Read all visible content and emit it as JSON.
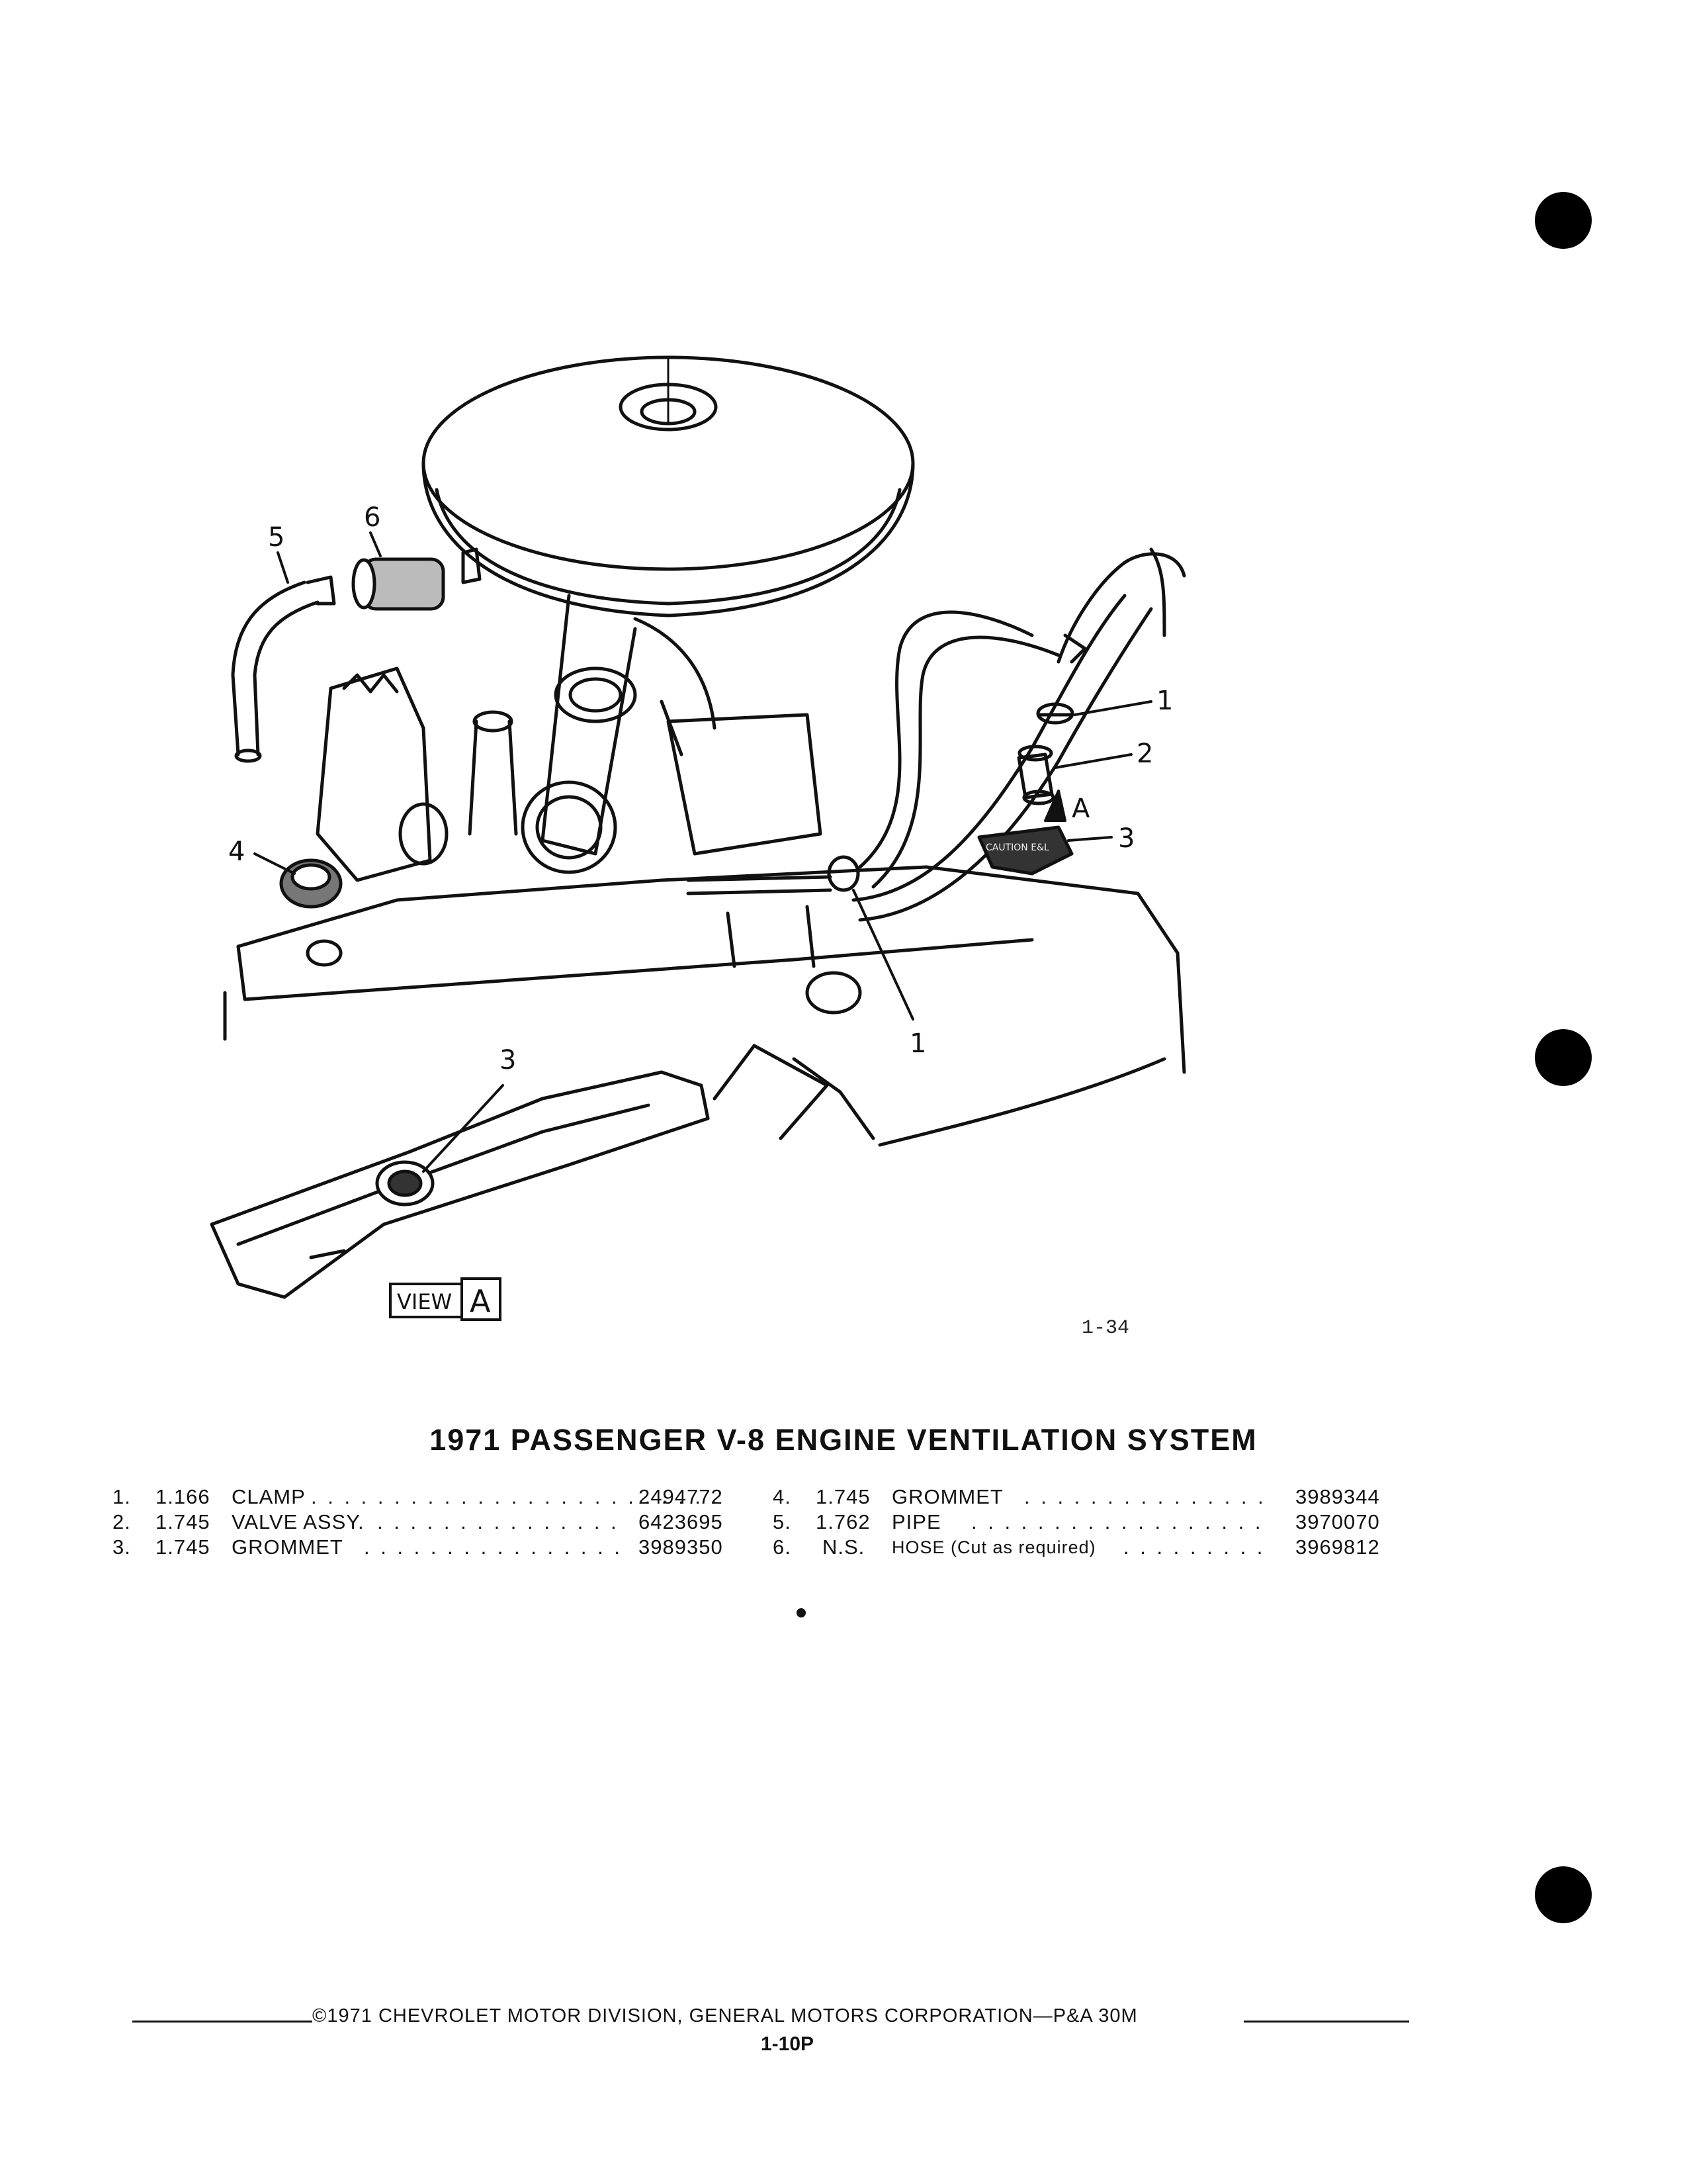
{
  "diagram": {
    "callouts": {
      "c5": "5",
      "c6": "6",
      "c4": "4",
      "c1_top": "1",
      "c2": "2",
      "c3_top": "3",
      "c1_bottom": "1",
      "c3_view": "3",
      "arrow_a": "A"
    },
    "view_label": {
      "word": "VIEW",
      "letter": "A"
    },
    "figure_ref": "1-34",
    "valve_embossing": "CAUTION E&L"
  },
  "title": "1971 PASSENGER V-8 ENGINE VENTILATION SYSTEM",
  "parts": [
    {
      "no": "1.",
      "group": "1.166",
      "name": "CLAMP",
      "part_number": "2494772"
    },
    {
      "no": "2.",
      "group": "1.745",
      "name": "VALVE ASSY.",
      "part_number": "6423695"
    },
    {
      "no": "3.",
      "group": "1.745",
      "name": "GROMMET",
      "part_number": "3989350"
    },
    {
      "no": "4.",
      "group": "1.745",
      "name": "GROMMET",
      "part_number": "3989344"
    },
    {
      "no": "5.",
      "group": "1.762",
      "name": "PIPE",
      "part_number": "3970070"
    },
    {
      "no": "6.",
      "group": "N.S.",
      "name": "HOSE (Cut as required)",
      "part_number": "3969812"
    }
  ],
  "footer": {
    "copyright": "©1971 CHEVROLET MOTOR DIVISION, GENERAL MOTORS CORPORATION—P&A 30M",
    "page_number": "1-10P"
  }
}
